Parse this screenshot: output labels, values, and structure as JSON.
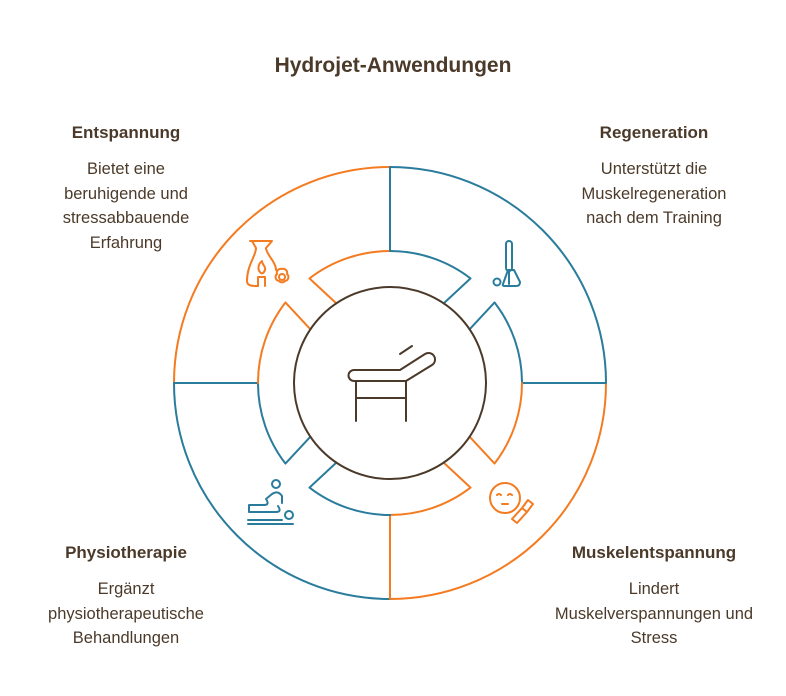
{
  "title": "Hydrojet-Anwendungen",
  "colors": {
    "orange": "#f47b20",
    "blue": "#2a7c9c",
    "brown": "#4b3a2a"
  },
  "sections": [
    {
      "title": "Entspannung",
      "text": "Bietet eine beruhigende und stressabbauende Erfahrung",
      "icon": "aroma-lamp-flower-icon"
    },
    {
      "title": "Regeneration",
      "text": "Unterstützt die Muskelregeneration nach dem Training",
      "icon": "massage-tools-icon"
    },
    {
      "title": "Muskelentspannung",
      "text": "Lindert Muskelverspannungen und Stress",
      "icon": "face-brush-icon"
    },
    {
      "title": "Physiotherapie",
      "text": "Ergänzt physiotherapeutische Behandlungen",
      "icon": "massage-person-icon"
    }
  ],
  "center": {
    "icon": "massage-table-icon"
  }
}
